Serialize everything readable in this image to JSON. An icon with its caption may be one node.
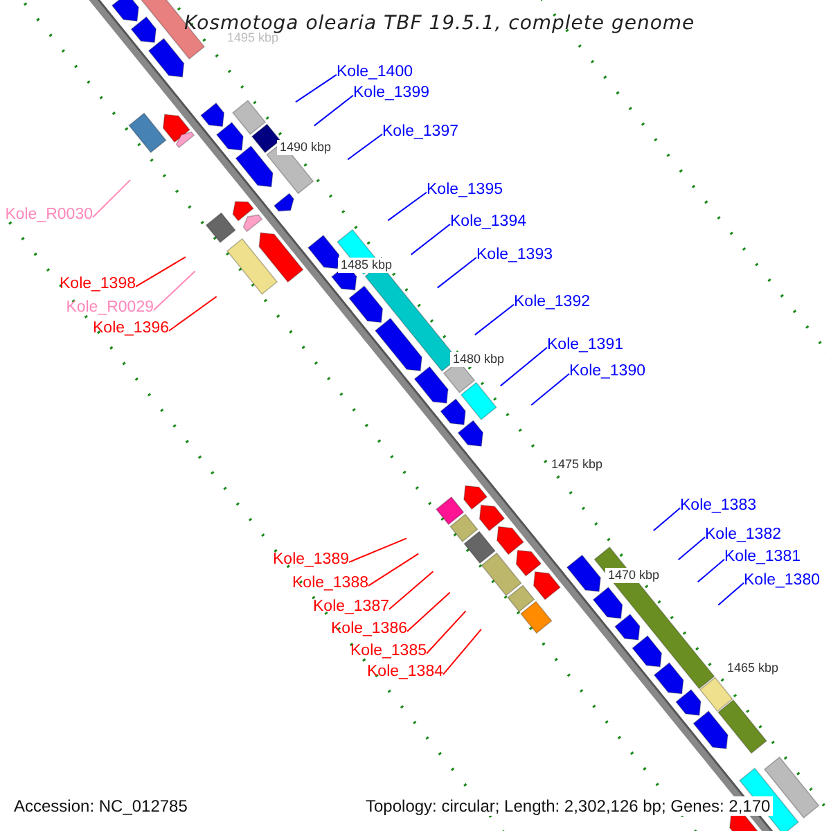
{
  "diagram": {
    "title": "Kosmotoga olearia TBF 19.5.1, complete genome",
    "nodes": [
      {
        "text": [
          "Kole_1400"
        ]
      },
      {
        "text": [
          "Kole_1399"
        ]
      },
      {
        "text": [
          "Kole_1397"
        ]
      },
      {
        "text": [
          "Kole_R0030"
        ]
      },
      {
        "text": [
          "Kole_1395"
        ]
      },
      {
        "text": [
          "Kole_1394"
        ]
      },
      {
        "text": [
          "Kole_1393"
        ]
      },
      {
        "text": [
          "Kole_1398"
        ]
      },
      {
        "text": [
          "Kole_R0029"
        ]
      },
      {
        "text": [
          "Kole_1396"
        ]
      },
      {
        "text": [
          "Kole_1392"
        ]
      },
      {
        "text": [
          "Kole_1391"
        ]
      },
      {
        "text": [
          "Kole_1390"
        ]
      },
      {
        "text": [
          "Kole_1383"
        ]
      },
      {
        "text": [
          "Kole_1382"
        ]
      },
      {
        "text": [
          "Kole_1381"
        ]
      },
      {
        "text": [
          "Kole_1389"
        ]
      },
      {
        "text": [
          "Kole_1380"
        ]
      },
      {
        "text": [
          "Kole_1388"
        ]
      },
      {
        "text": [
          "Kole_1387"
        ]
      },
      {
        "text": [
          "Kole_1386"
        ]
      },
      {
        "text": [
          "Kole_1385"
        ]
      },
      {
        "text": [
          "Kole_1384"
        ]
      }
    ],
    "edges": [
      {
        "from": 0,
        "to": null,
        "arrow": "none"
      },
      {
        "from": 1,
        "to": null,
        "arrow": "none"
      },
      {
        "from": 2,
        "to": null,
        "arrow": "none"
      },
      {
        "from": 3,
        "to": null,
        "arrow": "none",
        "color": "#ff88bb"
      },
      {
        "from": 4,
        "to": null,
        "arrow": "none"
      },
      {
        "from": 5,
        "to": null,
        "arrow": "none"
      },
      {
        "from": 6,
        "to": null,
        "arrow": "none"
      },
      {
        "from": 7,
        "to": null,
        "arrow": "none",
        "color": "#ff0000"
      },
      {
        "from": 8,
        "to": null,
        "arrow": "none",
        "color": "#ff88bb"
      },
      {
        "from": 9,
        "to": null,
        "arrow": "none",
        "color": "#ff0000"
      },
      {
        "from": 10,
        "to": null,
        "arrow": "none"
      },
      {
        "from": 11,
        "to": null,
        "arrow": "none"
      },
      {
        "from": 12,
        "to": null,
        "arrow": "none"
      },
      {
        "from": 13,
        "to": null,
        "arrow": "none"
      },
      {
        "from": 14,
        "to": null,
        "arrow": "none"
      },
      {
        "from": 15,
        "to": null,
        "arrow": "none"
      },
      {
        "from": 16,
        "to": null,
        "arrow": "none",
        "color": "#ff0000"
      },
      {
        "from": 17,
        "to": null,
        "arrow": "none"
      },
      {
        "from": 18,
        "to": null,
        "arrow": "none",
        "color": "#ff0000"
      },
      {
        "from": 19,
        "to": null,
        "arrow": "none",
        "color": "#ff0000"
      },
      {
        "from": 20,
        "to": null,
        "arrow": "none",
        "color": "#ff0000"
      },
      {
        "from": 21,
        "to": null,
        "arrow": "none",
        "color": "#ff0000"
      },
      {
        "from": 22,
        "to": null,
        "arrow": "none",
        "color": "#ff0000"
      }
    ],
    "labels": [
      "1495 kbp",
      "1490 kbp",
      "1485 kbp",
      "1480 kbp",
      "1475 kbp",
      "1470 kbp",
      "1465 kbp",
      "Accession: NC_012785",
      "Topology: circular; Length: 2,302,126 bp; Genes: 2,170"
    ]
  }
}
